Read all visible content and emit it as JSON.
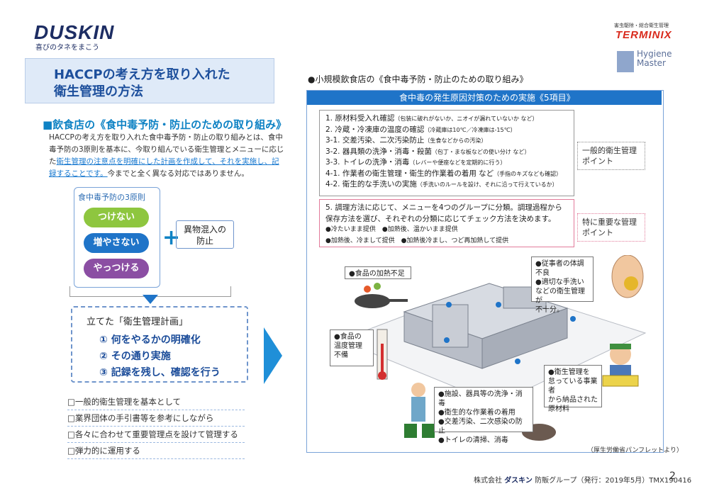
{
  "header": {
    "logo": "DUSKIN",
    "tagline": "喜びのタネをまこう",
    "brand_top": "害虫駆除・総合衛生管理",
    "brand_name": "TERMINIX",
    "hygiene_master_line1": "Hygiene",
    "hygiene_master_line2": "Master"
  },
  "left": {
    "title_line1": "HACCPの考え方を取り入れた",
    "title_line2": "衛生管理の方法",
    "section_head": "■飲食店の《食中毒予防・防止のための取り組み》",
    "intro_a": "HACCPの考え方を取り入れた食中毒予防・防止の取り組みとは、食中毒予防の3原則を基本に、今取り組んでいる衛生管理とメニューに応じた",
    "intro_b": "衛生管理の注意点を明確にした計画を作成して、それを実施し、記録することです。",
    "intro_c": "今までと全く異なる対応ではありません。",
    "principles_title": "食中毒予防の3原則",
    "principle1": "つけない",
    "principle2": "増やさない",
    "principle3": "やっつける",
    "plus": "+",
    "foreign_line1": "異物混入の",
    "foreign_line2": "防止",
    "plan_title": "立てた「衛生管理計画」",
    "plan1": "① 何をやるかの明確化",
    "plan2": "② その通り実施",
    "plan3": "③ 記録を残し、確認を行う",
    "checks": [
      "□一般的衛生管理を基本として",
      "□業界団体の手引書等を参考にしながら",
      "□各々に合わせて重要管理点を設けて管理する",
      "□弾力的に運用する"
    ]
  },
  "right": {
    "head": "●小規模飲食店の《食中毒予防・防止のための取り組み》",
    "box_title": "食中毒の発生原因対策のための実施《5項目》",
    "items": [
      {
        "main": "1. 原材料受入れ確認",
        "sub": "（包装に破れがないか、ニオイが漏れていないか など）"
      },
      {
        "main": "2. 冷蔵・冷凍庫の温度の確認",
        "sub": "（冷蔵庫は10℃／冷凍庫は-15℃）"
      },
      {
        "main": "3-1. 交差汚染、二次汚染防止",
        "sub": "（生食などからの汚染）"
      },
      {
        "main": "3-2. 器具類の洗浄・消毒・殺菌",
        "sub": "（包丁・まな板などの使い分け など）"
      },
      {
        "main": "3-3. トイレの洗浄・消毒",
        "sub": "（レバーや便座などを定期的に行う）"
      },
      {
        "main": "4-1. 作業者の衛生管理・衛生的作業着の着用 など",
        "sub": "（手指のキズなども確認）"
      },
      {
        "main": "4-2. 衛生的な手洗いの実施",
        "sub": "（手洗いのルールを設け、それに沿って行えているか）"
      }
    ],
    "note1_line1": "一般的衛生管理",
    "note1_line2": "ポイント",
    "item5_line1": "5. 調理方法に応じて、メニューを4つのグループに分類。調理過程から",
    "item5_line2": "保存方法を選び、それぞれの分類に応じてチェック方法を決めます。",
    "item5_a": "●冷たいまま提供　●加熱後、温かいまま提供",
    "item5_b": "●加熱後、冷まして提供　●加熱後冷まし、つど再加熱して提供",
    "note2_line1": "特に重要な管理",
    "note2_line2": "ポイント",
    "lab1": "●食品の加熱不足",
    "lab2": [
      "●食品の",
      "温度管理",
      "不備"
    ],
    "lab3": [
      "●従事者の体調不良",
      "●適切な手洗い",
      "などの衛生管理が",
      "不十分。"
    ],
    "lab4": [
      "●衛生管理を",
      "怠っている事業者",
      "から納品された",
      "原材料"
    ],
    "lab5": [
      "●施設、器具等の洗浄・消毒",
      "●衛生的な作業着の着用",
      "●交差汚染、二次感染の防止",
      "●トイレの清掃、消毒"
    ],
    "source": "（厚生労働省パンフレットより）"
  },
  "footer": {
    "text_pre": "株式会社",
    "brand": "ダスキン",
    "text_post": "防販グループ（発行：2019年5月）TMX190416",
    "page": "2"
  }
}
